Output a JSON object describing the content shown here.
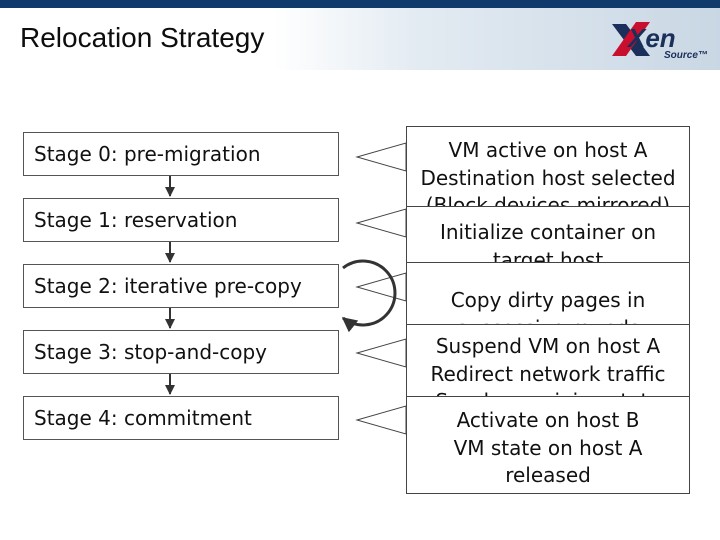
{
  "header": {
    "title": "Relocation Strategy",
    "logo_main": "Xen",
    "logo_sub": "Source™"
  },
  "stages": [
    "Stage 0: pre-migration",
    "Stage 1: reservation",
    "Stage 2: iterative pre-copy",
    "Stage 3: stop-and-copy",
    "Stage 4: commitment"
  ],
  "callouts": [
    {
      "lines": [
        "VM active on host A",
        "Destination host selected",
        "(Block devices mirrored)"
      ]
    },
    {
      "lines": [
        "Initialize container on",
        "target host"
      ]
    },
    {
      "lines": [
        "Copy dirty pages in",
        "successive rounds"
      ]
    },
    {
      "lines": [
        "Suspend VM on host A",
        "Redirect network traffic",
        "Synch remaining state"
      ]
    },
    {
      "lines": [
        "Activate on host B",
        "VM state on host A",
        "released"
      ]
    }
  ],
  "colors": {
    "header_band": "#103a6b",
    "logo_red": "#c8102e",
    "logo_navy": "#1a2f5a"
  }
}
